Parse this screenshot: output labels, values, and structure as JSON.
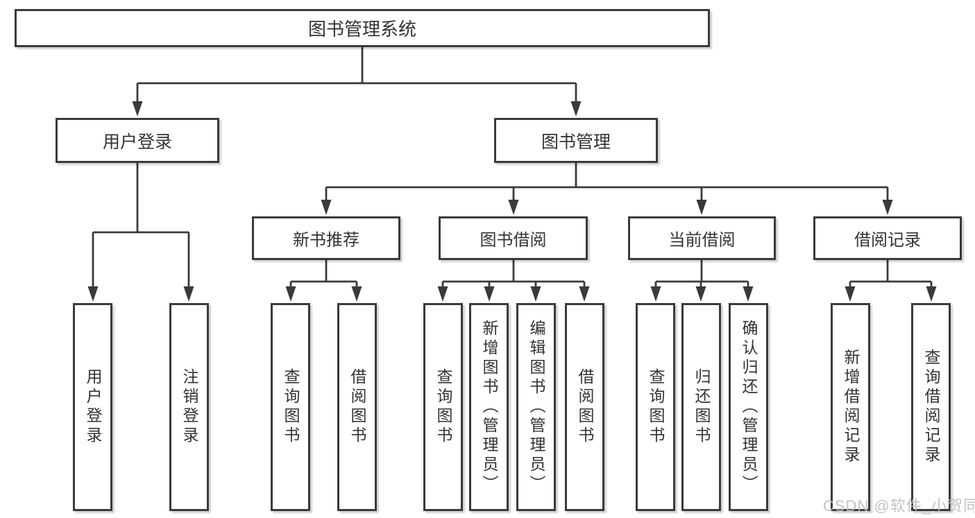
{
  "diagram": {
    "title": "图书管理系统",
    "branches": [
      {
        "label": "用户登录",
        "children": [
          {
            "label": "用户登录"
          },
          {
            "label": "注销登录"
          }
        ]
      },
      {
        "label": "图书管理",
        "sections": [
          {
            "label": "新书推荐",
            "children": [
              {
                "label": "查询图书"
              },
              {
                "label": "借阅图书"
              }
            ]
          },
          {
            "label": "图书借阅",
            "children": [
              {
                "label": "查询图书"
              },
              {
                "label": "新增图书（管理员）"
              },
              {
                "label": "编辑图书（管理员）"
              },
              {
                "label": "借阅图书"
              }
            ]
          },
          {
            "label": "当前借阅",
            "children": [
              {
                "label": "查询图书"
              },
              {
                "label": "归还图书"
              },
              {
                "label": "确认归还（管理员）"
              }
            ]
          },
          {
            "label": "借阅记录",
            "children": [
              {
                "label": "新增借阅记录"
              },
              {
                "label": "查询借阅记录"
              }
            ]
          }
        ]
      }
    ]
  },
  "watermark": {
    "text": "CSDN @软件_小贺同学"
  },
  "colors": {
    "background": "#ffffff",
    "box_fill": "#ffffff",
    "box_border": "#3a3a3a",
    "line": "#3a3a3a",
    "text": "#333333",
    "watermark": "#bcbcbc"
  }
}
